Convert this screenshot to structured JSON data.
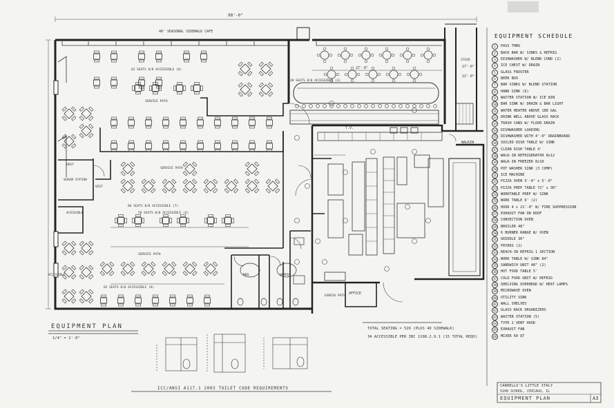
{
  "sheet": {
    "overall_dim": "98'-0\"",
    "top_note": "40' SEASONAL SIDEWALK CAFE",
    "dim_right_a": "27'-0\"",
    "dim_right_b": "22'-0\"",
    "bar_dim": "27'-0\""
  },
  "rooms": {
    "walk_in": "WALKIN",
    "office": "OFFICE",
    "vest": "VEST",
    "host": "HOST",
    "server_station": "SERVER STATION",
    "accessible_a": "ACCESSIBLE",
    "accessible_b": "ACCESSIBLE",
    "mens": "MEN",
    "womens": "WOMEN",
    "stair": "STAIR",
    "tv": "T.V.",
    "service_path": "SERVICE PATH",
    "egress_path": "EGRESS PATH"
  },
  "seat_notes": {
    "n1": "62 SEATS 8/8 ACCESSIBLE (6)",
    "n2": "38 SEATS 8/8 ACCESSIBLE (3)",
    "n3": "86 SEATS 8/8 ACCESSIBLE (7)",
    "n4": "62 SEATS 8/8 ACCESSIBLE (6)",
    "n5": "58 SEATS 8/8 ACCESSIBLE (4)"
  },
  "plan_title": {
    "title": "EQUIPMENT PLAN",
    "scale": "1/4\" = 1'-0\""
  },
  "totals": {
    "line1": "TOTAL SEATING = 526 (PLUS 40 SIDEWALK)",
    "line2": "34 ACCESSIBLE PER IBC 1108.2.9.1 (15 TOTAL REQD)"
  },
  "toilet_note": "ICC/ANSI A117.1 2003 TOILET CODE REQUIREMENTS",
  "schedule": {
    "title": "EQUIPMENT SCHEDULE",
    "items": [
      "PASS THRU",
      "BACK BAR W/ SINKS & REFRIG",
      "DISHWASHER W/ BLEND COND (2)",
      "ICE CHEST W/ DRAIN",
      "GLASS FROSTER",
      "BEER BOX",
      "BAR SINKS W/ BLEND STATION",
      "HAND SINK (6)",
      "WAITER STATION W/ ICE BIN",
      "BAR SINK W/ DRAIN & BAR LIGHT",
      "WATER HEATER ABOVE 180 GAL",
      "DRINK WELL ABOVE GLASS RACK",
      "TRASH CANS W/ FLOOR DRAIN",
      "DISHWASHER LOADING",
      "DISHWASHER WITH 4'-0\" DRAINBOARD",
      "SOILED DISH TABLE W/ SINK",
      "CLEAN DISH TABLE 4'",
      "WALK-IN REFRIGERATOR 8x12",
      "WALK-IN FREEZER 8x10",
      "POT WASHER SINK (3 COMP)",
      "ICE MACHINE",
      "PIZZA OVEN 5'-0\" x 5'-0\"",
      "PIZZA PREP TABLE 72\" x 30\"",
      "WORKTABLE PREP W/ SINK",
      "WORK TABLE 6' (2)",
      "HOOD 4 x 21'-0\" W/ FIRE SUPPRESSION",
      "EXHAUST FAN ON ROOF",
      "CONVECTION OVEN",
      "BROILER 48\"",
      "6 BURNER RANGE W/ OVEN",
      "GRIDDLE 36\"",
      "FRYERS (2)",
      "REACH-IN REFRIG 1 SECTION",
      "WORK TABLE W/ SINK 84\"",
      "SANDWICH UNIT 48\" (2)",
      "HOT FOOD TABLE 5'",
      "COLD FOOD UNIT W/ REFRIG",
      "SHELVING OVERHEAD W/ HEAT LAMPS",
      "MICROWAVE OVEN",
      "UTILITY SINK",
      "WALL SHELVES",
      "GLASS RACK ORGANIZERS",
      "WAITER STATION (5)",
      "TYPE 2 VENT HOOD",
      "EXHAUST FAN",
      "MIXER 60 QT"
    ]
  },
  "title_block": {
    "line1": "CARRELLO'S LITTLE ITALY",
    "line2": "5100 SCHOOL, CHICAGO, IL",
    "sheet_name": "EQUIPMENT PLAN",
    "sheet_no": "A3"
  }
}
